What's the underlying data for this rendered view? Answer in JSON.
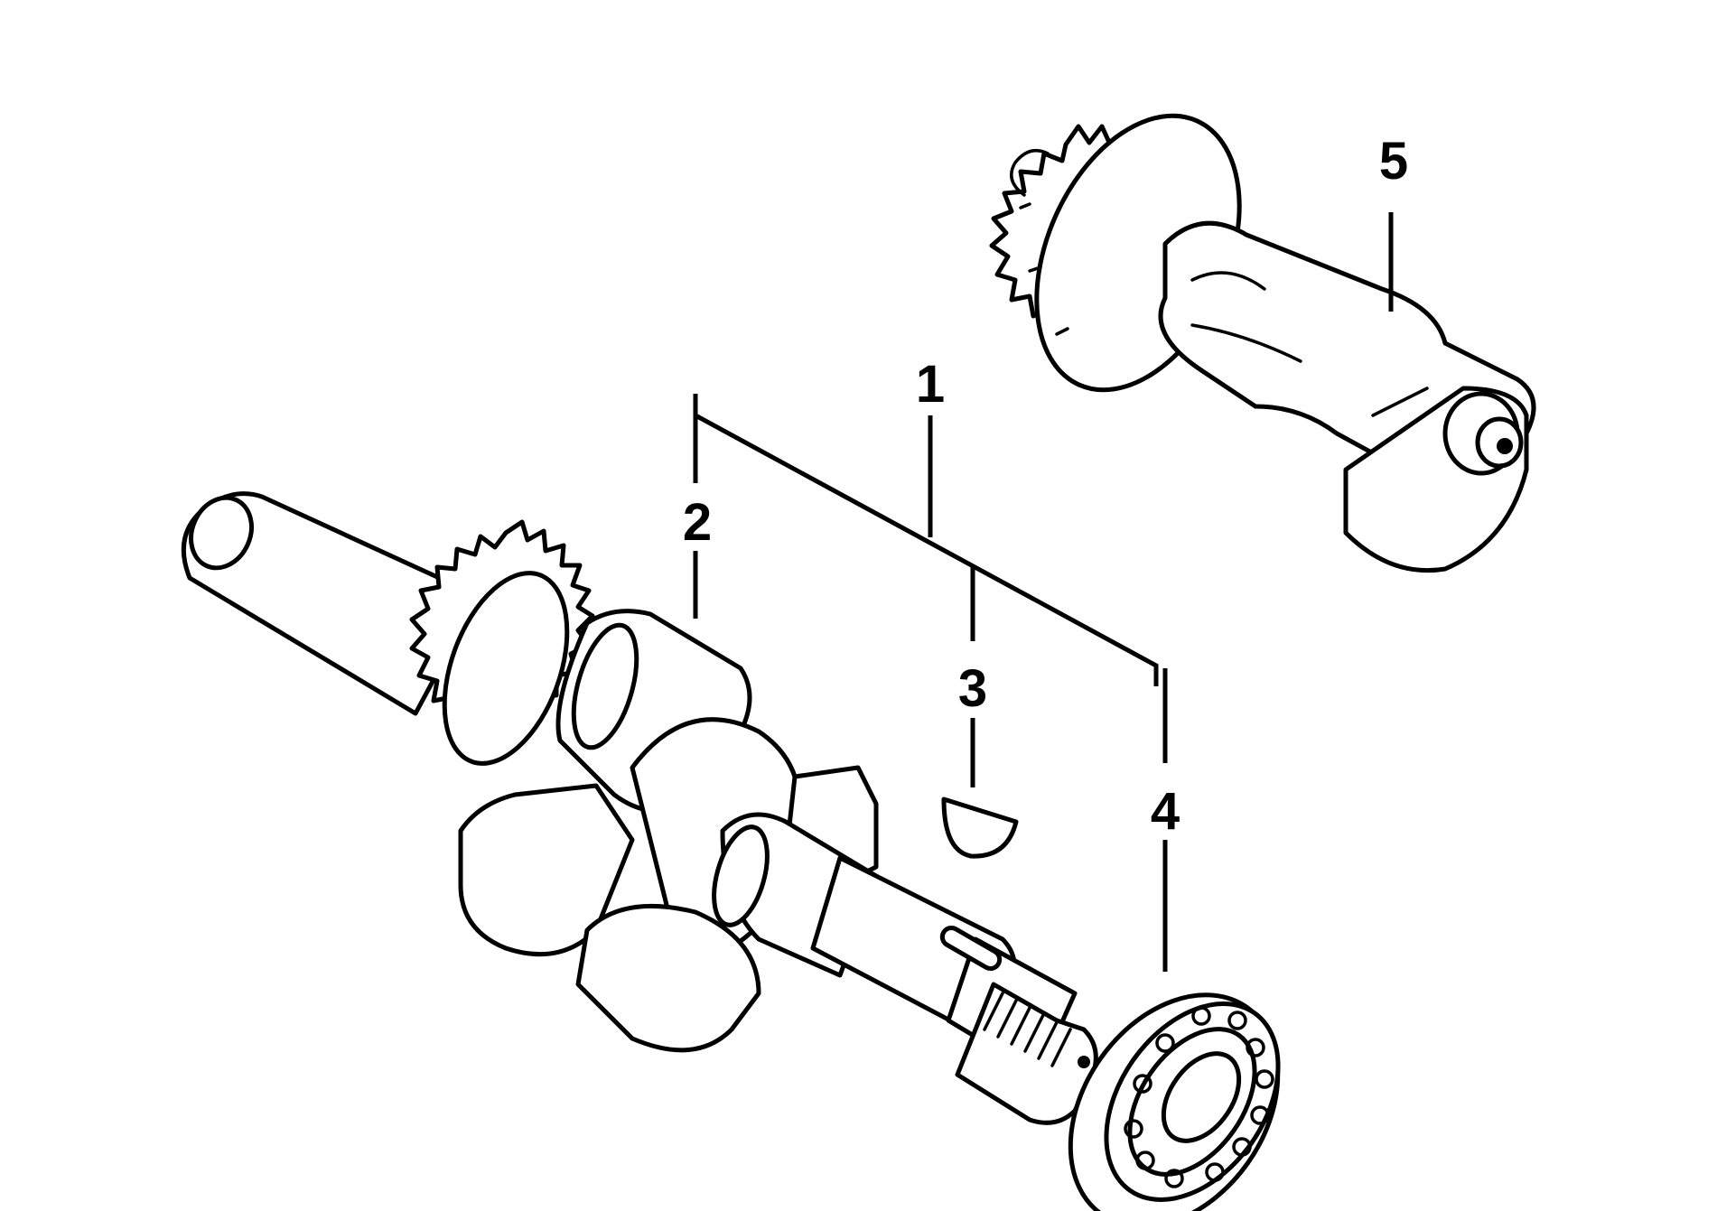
{
  "callouts": {
    "item_1": "1",
    "item_2": "2",
    "item_3": "3",
    "item_4": "4",
    "item_5": "5"
  }
}
